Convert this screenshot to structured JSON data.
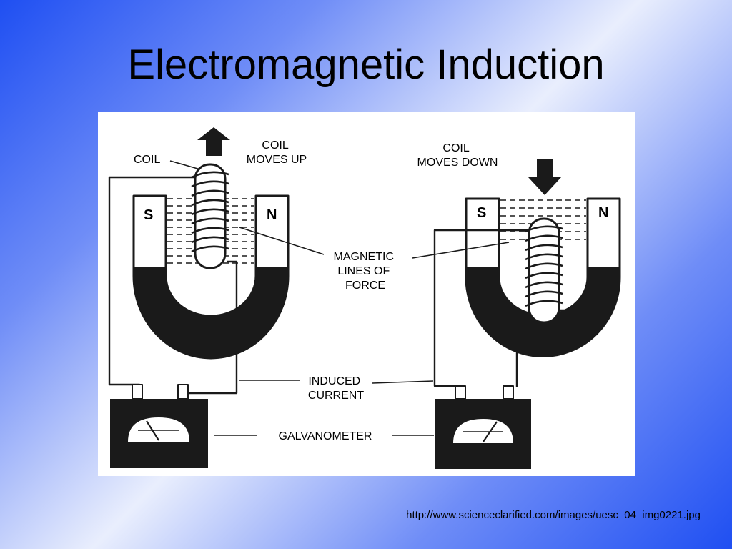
{
  "slide": {
    "title": "Electromagnetic Induction",
    "source_url": "http://www.scienceclarified.com/images/uesc_04_img0221.jpg"
  },
  "diagram": {
    "labels": {
      "coil": "COIL",
      "coil_moves_up": [
        "COIL",
        "MOVES UP"
      ],
      "coil_moves_down": [
        "COIL",
        "MOVES DOWN"
      ],
      "magnetic_lines": [
        "MAGNETIC",
        "LINES OF",
        "FORCE"
      ],
      "induced_current": [
        "INDUCED",
        "CURRENT"
      ],
      "galvanometer": "GALVANOMETER",
      "south_pole": "S",
      "north_pole": "N"
    }
  },
  "colors": {
    "background_blue": "#1f4ff2",
    "background_light": "#e9eefd",
    "ink": "#1a1a1a"
  },
  "icons": [
    "arrow-up-icon",
    "arrow-down-icon",
    "galvanometer-dial-icon"
  ]
}
